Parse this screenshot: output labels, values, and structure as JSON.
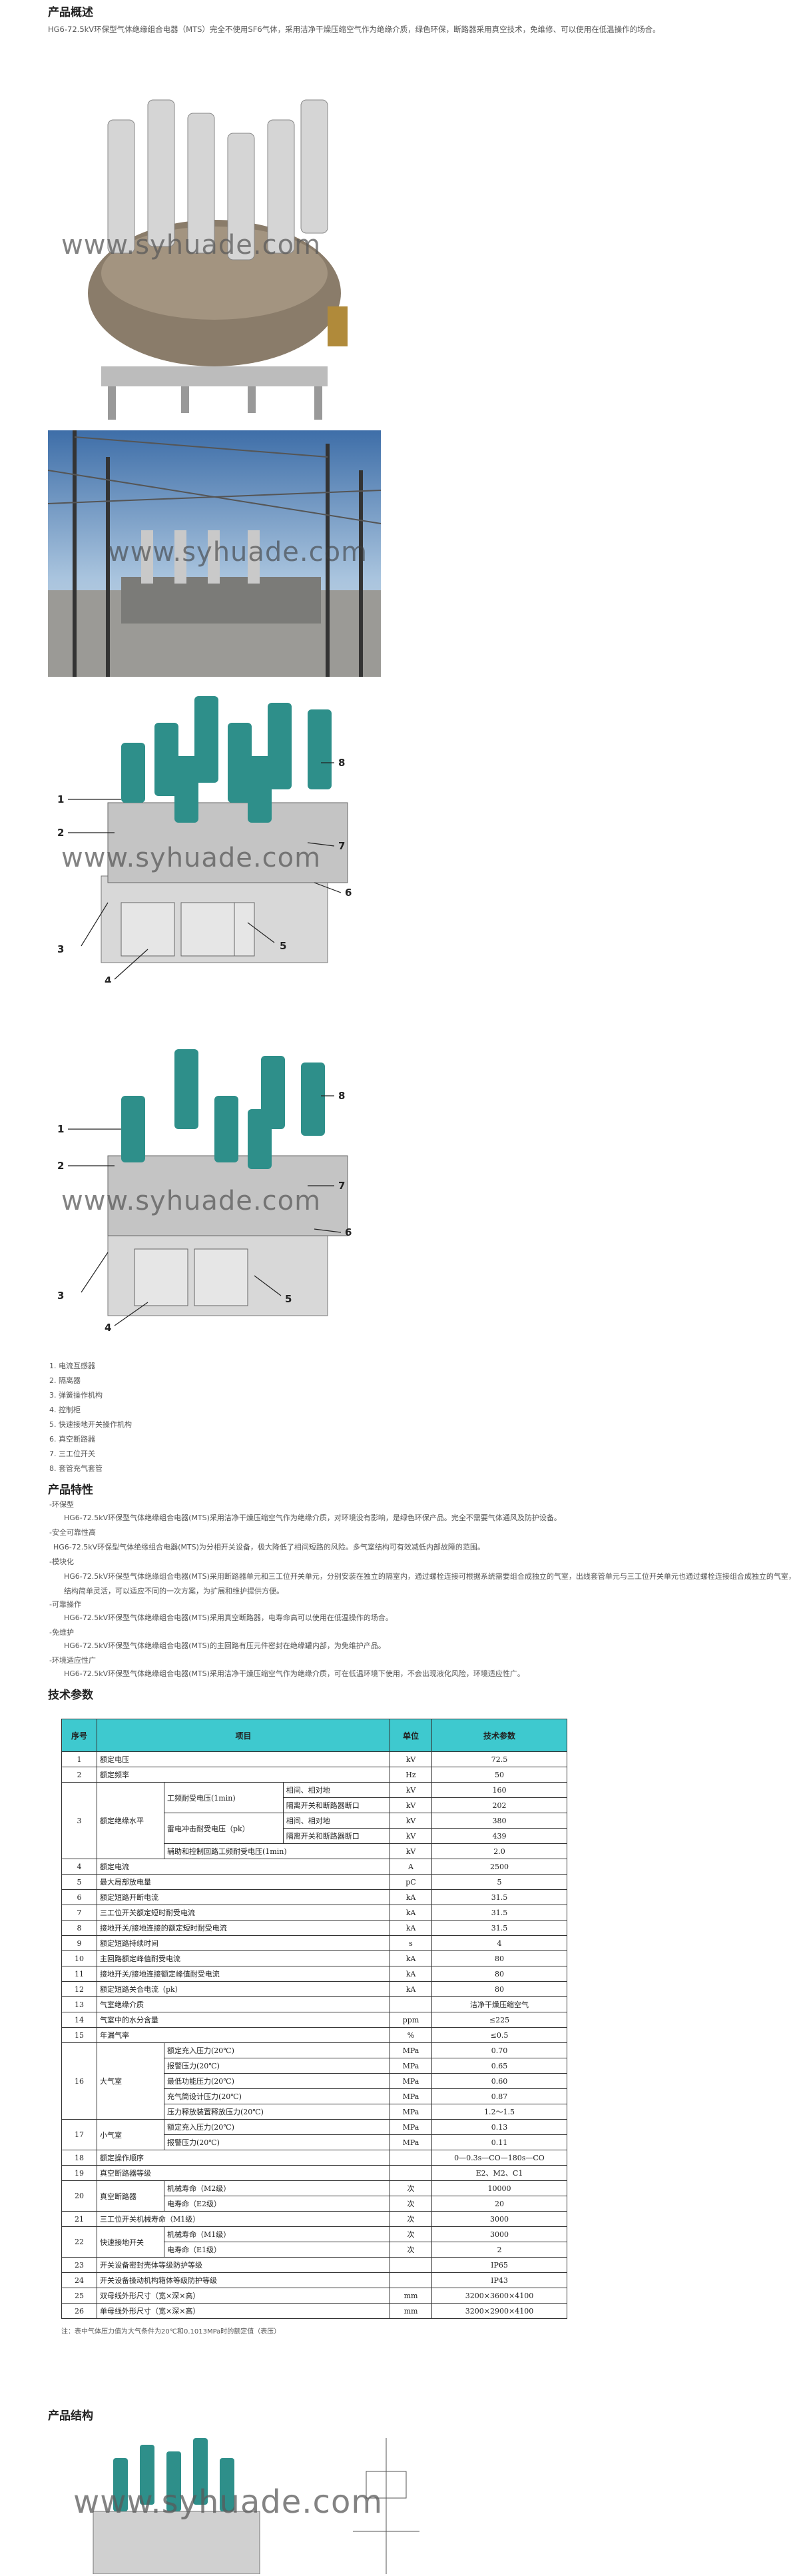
{
  "overview": {
    "title": "产品概述",
    "text": "HG6-72.5kV环保型气体绝缘组合电器（MTS）完全不使用SF6气体，采用洁净干燥压缩空气作为绝缘介质，绿色环保，断路器采用真空技术，免维修、可以使用在低温操作的场合。"
  },
  "watermark": "www.syhuade.com",
  "diagram_labels": [
    "1",
    "2",
    "3",
    "4",
    "5",
    "6",
    "7",
    "8"
  ],
  "legend": [
    "1. 电流互感器",
    "2. 隔离器",
    "3. 弹簧操作机构",
    "4. 控制柜",
    "5. 快速接地开关操作机构",
    "6. 真空断路器",
    "7. 三工位开关",
    "8. 套管充气套管"
  ],
  "features": {
    "title": "产品特性",
    "items": [
      {
        "head": "-环保型",
        "text": "HG6-72.5kV环保型气体绝缘组合电器(MTS)采用洁净干燥压缩空气作为绝缘介质，对环境没有影响，是绿色环保产品。完全不需要气体通风及防护设备。"
      },
      {
        "head": "-安全可靠性高",
        "text": "HG6-72.5kV环保型气体绝缘组合电器(MTS)为分相开关设备，极大降低了相间短路的风险。多气室结构可有效减低内部故障的范围。"
      },
      {
        "head": "-模块化",
        "text": "HG6-72.5kV环保型气体绝缘组合电器(MTS)采用断路器单元和三工位开关单元，分别安装在独立的隔室内，通过螺栓连接可根据系统需要组合成独立的气室，出线套管单元与三工位开关单元也通过螺栓连接组合成独立的气室，结构简单灵活，可以适应不同的一次方案，为扩展和维护提供方便。"
      },
      {
        "head": "-可靠操作",
        "text": "HG6-72.5kV环保型气体绝缘组合电器(MTS)采用真空断路器，电寿命高可以使用在低温操作的场合。"
      },
      {
        "head": "-免维护",
        "text": "HG6-72.5kV环保型气体绝缘组合电器(MTS)的主回路有压元件密封在绝缘罐内部，为免维护产品。"
      },
      {
        "head": "-环境适应性广",
        "text": "HG6-72.5kV环保型气体绝缘组合电器(MTS)采用洁净干燥压缩空气作为绝缘介质，可在低温环境下使用，不会出现液化风险，环境适应性广。"
      }
    ]
  },
  "tech": {
    "title": "技术参数",
    "headers": [
      "序号",
      "项目",
      "单位",
      "技术参数"
    ],
    "rows": [
      {
        "no": "1",
        "item": "额定电压",
        "unit": "kV",
        "val": "72.5"
      },
      {
        "no": "2",
        "item": "额定频率",
        "unit": "Hz",
        "val": "50"
      },
      {
        "no": "3",
        "group": "额定绝缘水平",
        "sub": [
          {
            "a": "工频耐受电压(1min)",
            "b": "相间、相对地",
            "unit": "kV",
            "val": "160"
          },
          {
            "a": "",
            "b": "隔离开关和断路器断口",
            "unit": "kV",
            "val": "202"
          },
          {
            "a": "雷电冲击耐受电压（pk）",
            "b": "相间、相对地",
            "unit": "kV",
            "val": "380"
          },
          {
            "a": "",
            "b": "隔离开关和断路器断口",
            "unit": "kV",
            "val": "439"
          },
          {
            "a": "辅助和控制回路工频耐受电压(1min)",
            "b": "",
            "unit": "kV",
            "val": "2.0"
          }
        ]
      },
      {
        "no": "4",
        "item": "额定电流",
        "unit": "A",
        "val": "2500"
      },
      {
        "no": "5",
        "item": "最大局部放电量",
        "unit": "pC",
        "val": "5"
      },
      {
        "no": "6",
        "item": "额定短路开断电流",
        "unit": "kA",
        "val": "31.5"
      },
      {
        "no": "7",
        "item": "三工位开关额定短时耐受电流",
        "unit": "kA",
        "val": "31.5"
      },
      {
        "no": "8",
        "item": "接地开关/接地连接的额定短时耐受电流",
        "unit": "kA",
        "val": "31.5"
      },
      {
        "no": "9",
        "item": "额定短路持续时间",
        "unit": "s",
        "val": "4"
      },
      {
        "no": "10",
        "item": "主回路额定峰值耐受电流",
        "unit": "kA",
        "val": "80"
      },
      {
        "no": "11",
        "item": "接地开关/接地连接额定峰值耐受电流",
        "unit": "kA",
        "val": "80"
      },
      {
        "no": "12",
        "item": "额定短路关合电流（pk）",
        "unit": "kA",
        "val": "80"
      },
      {
        "no": "13",
        "item": "气室绝缘介质",
        "unit": "",
        "val": "洁净干燥压缩空气"
      },
      {
        "no": "14",
        "item": "气室中的水分含量",
        "unit": "ppm",
        "val": "≤225"
      },
      {
        "no": "15",
        "item": "年漏气率",
        "unit": "%",
        "val": "≤0.5"
      },
      {
        "no": "16",
        "group": "大气室",
        "sub": [
          {
            "a": "额定充入压力(20℃)",
            "unit": "MPa",
            "val": "0.70"
          },
          {
            "a": "报警压力(20℃)",
            "unit": "MPa",
            "val": "0.65"
          },
          {
            "a": "最低功能压力(20℃)",
            "unit": "MPa",
            "val": "0.60"
          },
          {
            "a": "充气筒设计压力(20℃)",
            "unit": "MPa",
            "val": "0.87"
          },
          {
            "a": "压力释放装置释放压力(20℃)",
            "unit": "MPa",
            "val": "1.2～1.5"
          }
        ]
      },
      {
        "no": "17",
        "group": "小气室",
        "sub": [
          {
            "a": "额定充入压力(20℃)",
            "unit": "MPa",
            "val": "0.13"
          },
          {
            "a": "报警压力(20℃)",
            "unit": "MPa",
            "val": "0.11"
          }
        ]
      },
      {
        "no": "18",
        "item": "额定操作顺序",
        "unit": "",
        "val": "0—0.3s—CO—180s—CO"
      },
      {
        "no": "19",
        "item": "真空断路器等级",
        "unit": "",
        "val": "E2、M2、C1"
      },
      {
        "no": "20",
        "group": "真空断路器",
        "sub": [
          {
            "a": "机械寿命（M2级）",
            "unit": "次",
            "val": "10000"
          },
          {
            "a": "电寿命（E2级）",
            "unit": "次",
            "val": "20"
          }
        ]
      },
      {
        "no": "21",
        "item": "三工位开关机械寿命（M1级）",
        "unit": "次",
        "val": "3000"
      },
      {
        "no": "22",
        "group": "快速接地开关",
        "sub": [
          {
            "a": "机械寿命（M1级）",
            "unit": "次",
            "val": "3000"
          },
          {
            "a": "电寿命（E1级）",
            "unit": "次",
            "val": "2"
          }
        ]
      },
      {
        "no": "23",
        "item": "开关设备密封壳体等级防护等级",
        "unit": "",
        "val": "IP65"
      },
      {
        "no": "24",
        "item": "开关设备操动机构箱体等级防护等级",
        "unit": "",
        "val": "IP43"
      },
      {
        "no": "25",
        "item": "双母线外形尺寸（宽×深×高）",
        "unit": "mm",
        "val": "3200×3600×4100"
      },
      {
        "no": "26",
        "item": "单母线外形尺寸（宽×深×高）",
        "unit": "mm",
        "val": "3200×2900×4100"
      }
    ],
    "note": "注：表中气体压力值为大气条件为20℃和0.1013MPa时的额定值（表压）"
  },
  "structure": {
    "title": "产品结构"
  },
  "colors": {
    "header_bg": "#3ec9cf",
    "insulator": "#2e8f8a"
  }
}
